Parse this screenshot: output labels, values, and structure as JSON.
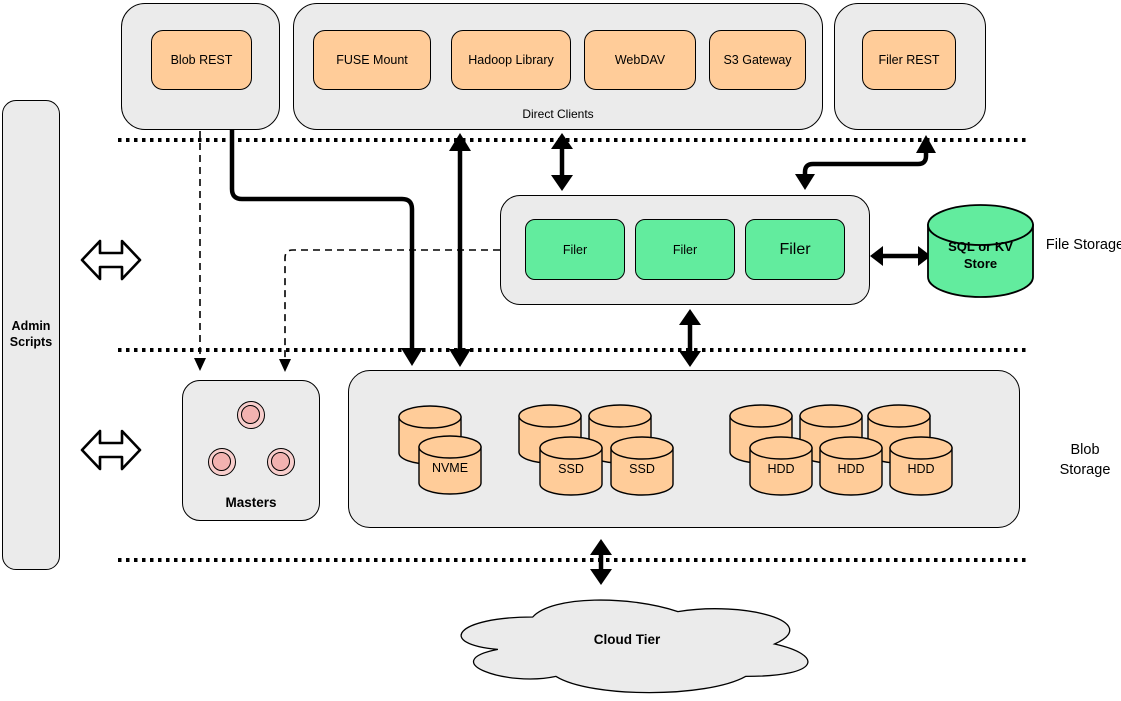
{
  "colors": {
    "canvas": "#ffffff",
    "container-fill": "#ebebeb",
    "node-orange": "#ffcc99",
    "node-green": "#62ec9e",
    "pink-outer": "#f8cecc",
    "pink-inner": "#f2b2b0",
    "line": "#000000"
  },
  "top_row": {
    "blob_rest": {
      "label": "Blob REST"
    },
    "direct_clients": {
      "caption": "Direct Clients",
      "clients": [
        {
          "label": "FUSE Mount"
        },
        {
          "label": "Hadoop Library"
        },
        {
          "label": "WebDAV"
        },
        {
          "label": "S3 Gateway"
        }
      ]
    },
    "filer_rest": {
      "label": "Filer REST"
    }
  },
  "admin": {
    "label": "Admin Scripts"
  },
  "file_storage_tier": {
    "tier_label": "File Storage",
    "filers": [
      {
        "label": "Filer"
      },
      {
        "label": "Filer"
      },
      {
        "label": "Filer"
      }
    ],
    "metadata_store": {
      "label": "SQL or KV Store"
    }
  },
  "blob_storage_tier": {
    "tier_label": "Blob Storage",
    "masters": {
      "label": "Masters"
    },
    "volume_groups": {
      "nvme": [
        {
          "label": "NVME"
        }
      ],
      "ssd": [
        {
          "label": "SSD"
        },
        {
          "label": "SSD"
        }
      ],
      "hdd": [
        {
          "label": "HDD"
        },
        {
          "label": "HDD"
        },
        {
          "label": "HDD"
        }
      ]
    }
  },
  "cloud_tier": {
    "label": "Cloud Tier"
  }
}
